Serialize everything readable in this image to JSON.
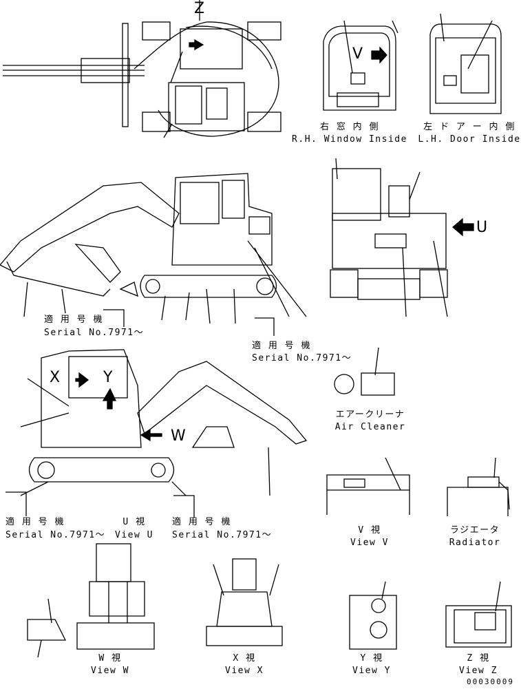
{
  "labels": {
    "rh_window_jp": "右 窓 内 側",
    "rh_window_en": "R.H. Window Inside",
    "lh_door_jp": "左 ド ア ー 内 側",
    "lh_door_en": "L.H. Door Inside",
    "serial_jp": "適 用 号 機",
    "serial_en": "Serial No.7971～",
    "air_cleaner_jp": "エアークリーナ",
    "air_cleaner_en": "Air Cleaner",
    "view_u_jp": "U 視",
    "view_u_en": "View U",
    "view_v_jp": "V 視",
    "view_v_en": "View V",
    "radiator_jp": "ラジエータ",
    "radiator_en": "Radiator",
    "view_w_jp": "W 視",
    "view_w_en": "View W",
    "view_x_jp": "X 視",
    "view_x_en": "View X",
    "view_y_jp": "Y 視",
    "view_y_en": "View Y",
    "view_z_jp": "Z 視",
    "view_z_en": "View Z"
  },
  "markers": {
    "z": "Z",
    "v": "V",
    "u": "U",
    "w": "W",
    "x": "X",
    "y": "Y"
  },
  "drawing_code": "00030009"
}
